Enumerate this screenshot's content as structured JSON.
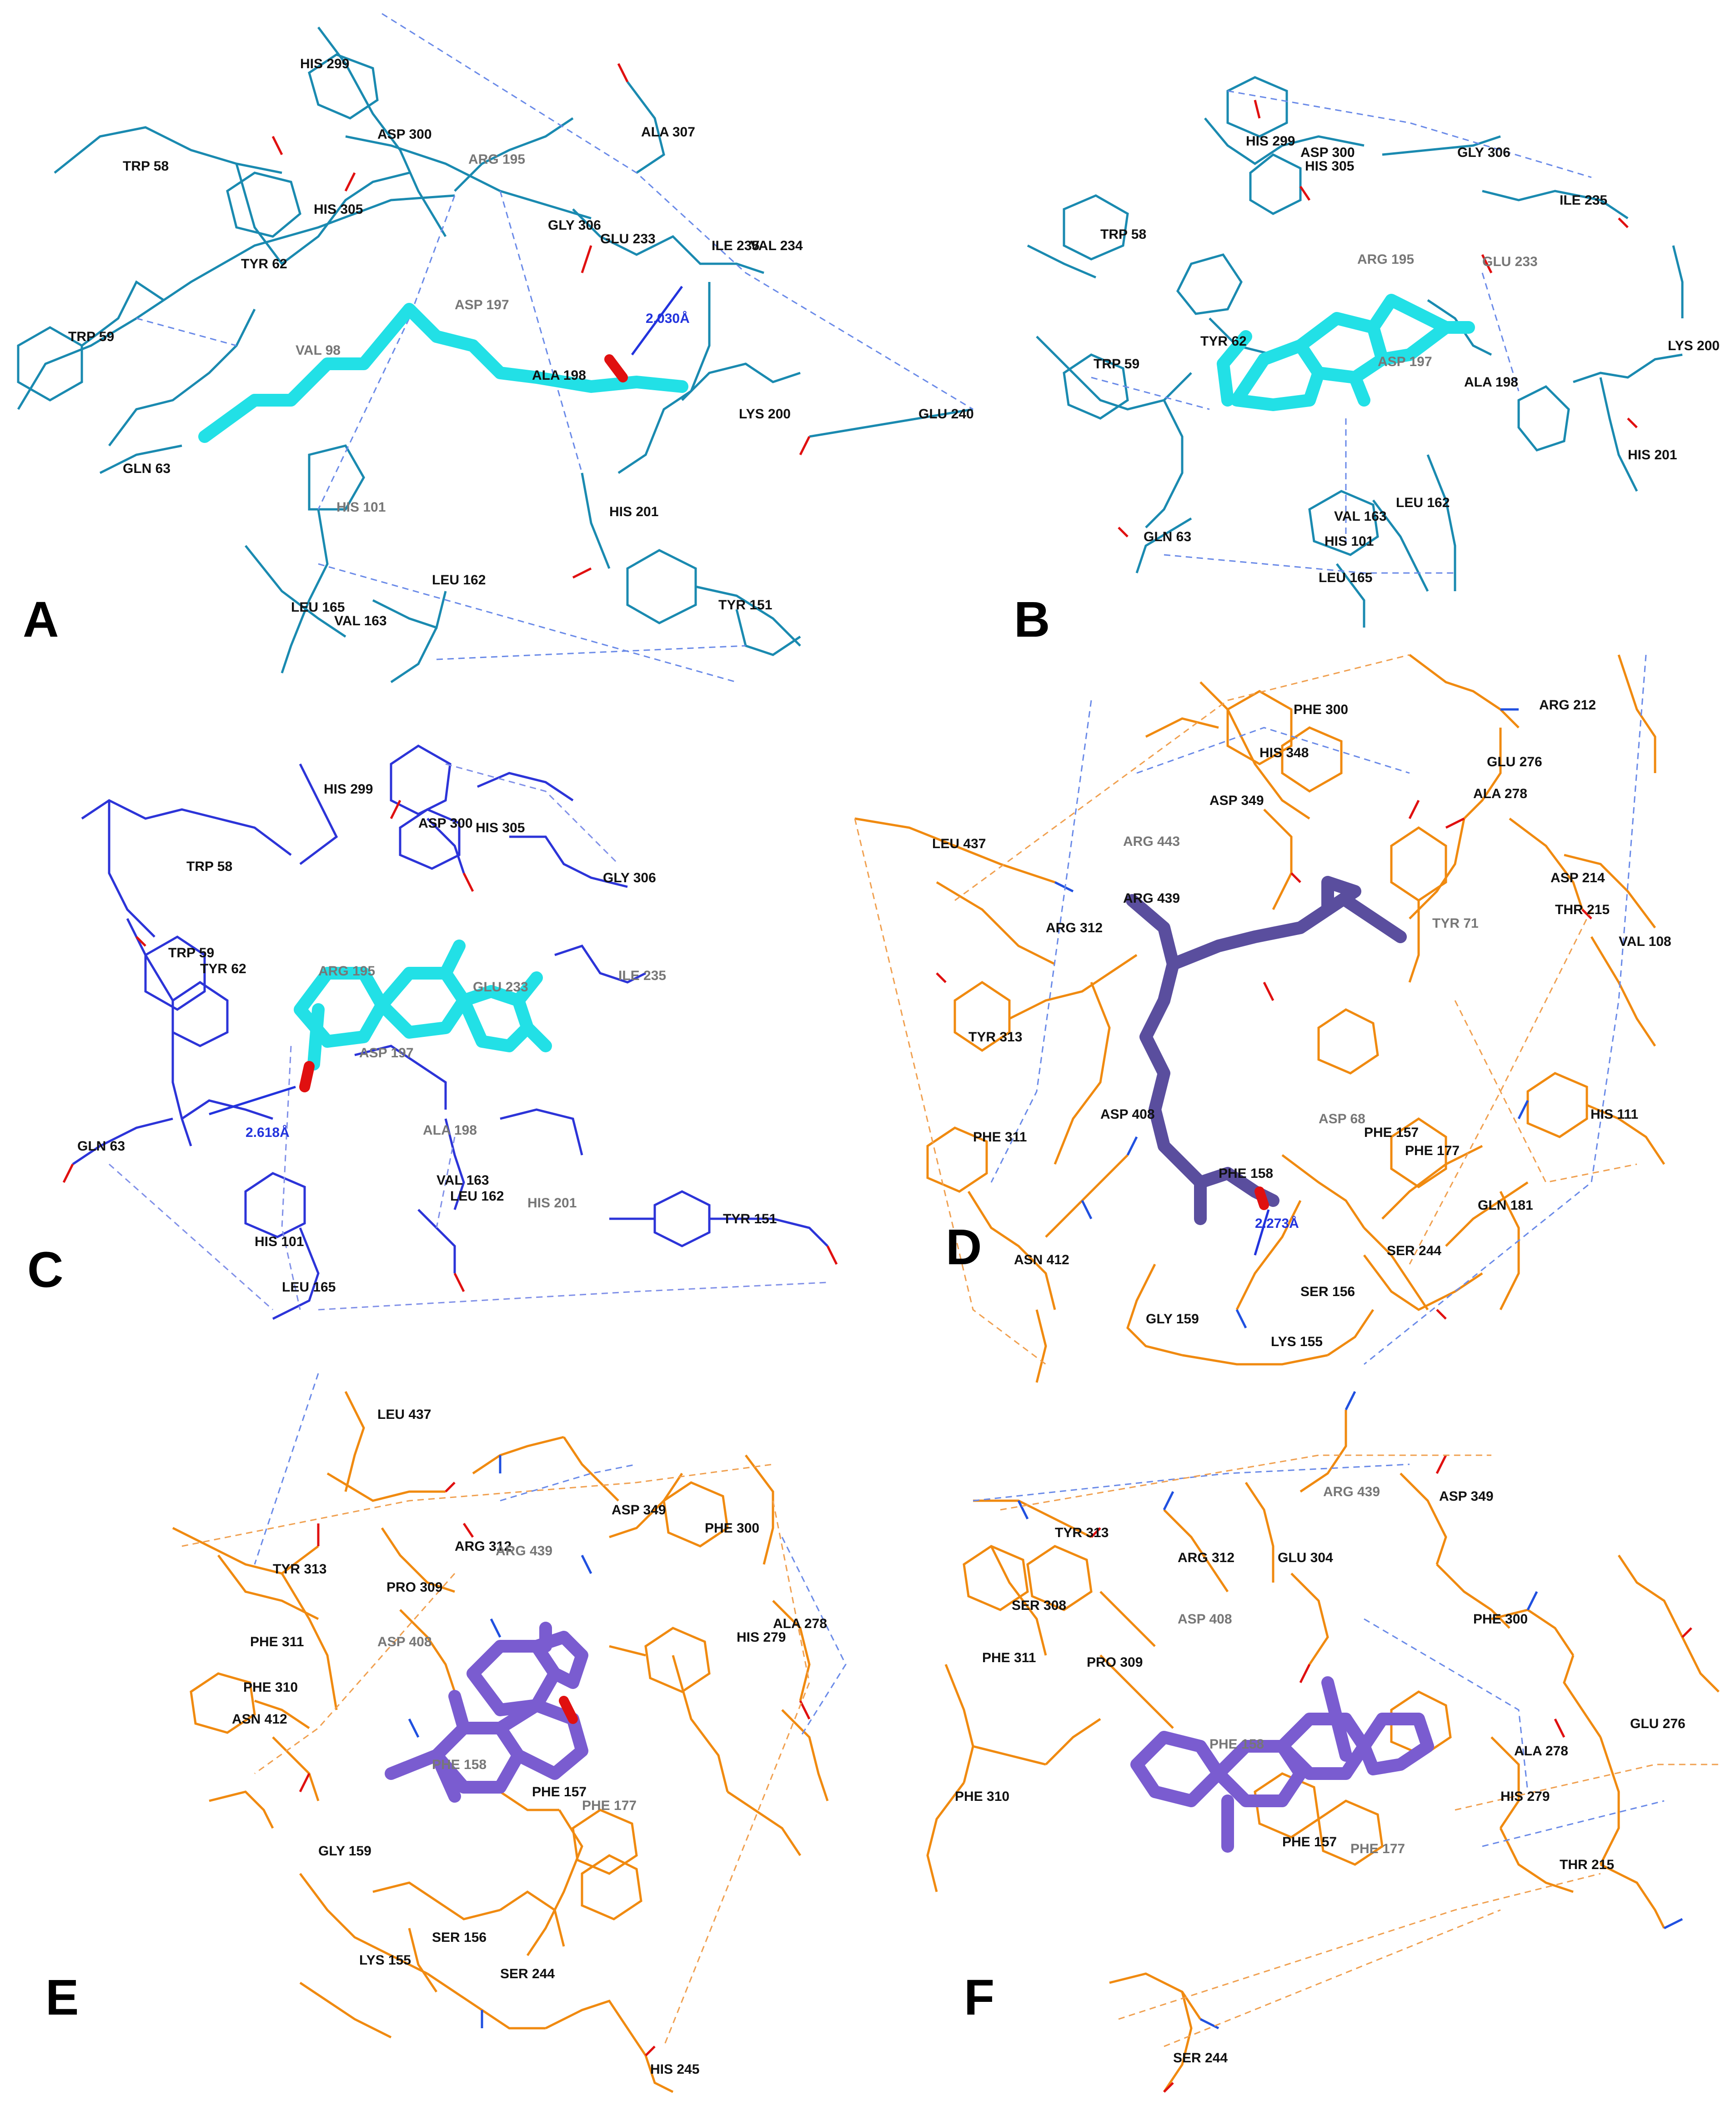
{
  "colors": {
    "protein_blue": "#1a8ab0",
    "protein_navy": "#2c34d8",
    "protein_orange": "#f08a10",
    "ligand_cyan": "#22e0e6",
    "ligand_purple_dark": "#5a4e9e",
    "ligand_purple": "#7a5cd0",
    "hbond": "#2233dd",
    "oxygen": "#e01010",
    "nitrogen": "#2050e0"
  },
  "panels": [
    {
      "letter": "A",
      "distance_label": "2.030Å",
      "residues": [
        {
          "name": "HIS 299",
          "dim": false
        },
        {
          "name": "ASP 300",
          "dim": false
        },
        {
          "name": "ALA 307",
          "dim": false
        },
        {
          "name": "TRP 58",
          "dim": false
        },
        {
          "name": "ARG 195",
          "dim": true
        },
        {
          "name": "HIS 305",
          "dim": false
        },
        {
          "name": "GLY 306",
          "dim": false
        },
        {
          "name": "GLU 233",
          "dim": false
        },
        {
          "name": "ILE 235",
          "dim": false
        },
        {
          "name": "VAL 234",
          "dim": false
        },
        {
          "name": "TYR 62",
          "dim": false
        },
        {
          "name": "ASP 197",
          "dim": true
        },
        {
          "name": "TRP 59",
          "dim": false
        },
        {
          "name": "VAL 98",
          "dim": true
        },
        {
          "name": "ALA 198",
          "dim": false
        },
        {
          "name": "LYS 200",
          "dim": false
        },
        {
          "name": "GLU 240",
          "dim": false
        },
        {
          "name": "GLN 63",
          "dim": false
        },
        {
          "name": "HIS 101",
          "dim": true
        },
        {
          "name": "HIS 201",
          "dim": false
        },
        {
          "name": "LEU 162",
          "dim": false
        },
        {
          "name": "LEU 165",
          "dim": false
        },
        {
          "name": "VAL 163",
          "dim": false
        },
        {
          "name": "TYR 151",
          "dim": false
        }
      ]
    },
    {
      "letter": "B",
      "distance_label": "",
      "residues": [
        {
          "name": "HIS 299",
          "dim": false
        },
        {
          "name": "ASP 300",
          "dim": false
        },
        {
          "name": "HIS 305",
          "dim": false
        },
        {
          "name": "GLY 306",
          "dim": false
        },
        {
          "name": "ILE 235",
          "dim": false
        },
        {
          "name": "TRP 58",
          "dim": false
        },
        {
          "name": "ARG 195",
          "dim": true
        },
        {
          "name": "GLU 233",
          "dim": true
        },
        {
          "name": "TYR 62",
          "dim": false
        },
        {
          "name": "TRP 59",
          "dim": false
        },
        {
          "name": "ASP 197",
          "dim": true
        },
        {
          "name": "ALA 198",
          "dim": false
        },
        {
          "name": "LYS 200",
          "dim": false
        },
        {
          "name": "HIS 201",
          "dim": false
        },
        {
          "name": "GLN 63",
          "dim": false
        },
        {
          "name": "VAL 163",
          "dim": false
        },
        {
          "name": "LEU 162",
          "dim": false
        },
        {
          "name": "HIS 101",
          "dim": false
        },
        {
          "name": "LEU 165",
          "dim": false
        }
      ]
    },
    {
      "letter": "C",
      "distance_label": "2.618Å",
      "residues": [
        {
          "name": "HIS 299",
          "dim": false
        },
        {
          "name": "ASP 300",
          "dim": false
        },
        {
          "name": "HIS 305",
          "dim": false
        },
        {
          "name": "TRP 58",
          "dim": false
        },
        {
          "name": "GLY 306",
          "dim": false
        },
        {
          "name": "TRP 59",
          "dim": false
        },
        {
          "name": "TYR 62",
          "dim": false
        },
        {
          "name": "ARG 195",
          "dim": true
        },
        {
          "name": "ILE 235",
          "dim": true
        },
        {
          "name": "GLU 233",
          "dim": true
        },
        {
          "name": "ASP 197",
          "dim": true
        },
        {
          "name": "GLN 63",
          "dim": false
        },
        {
          "name": "ALA 198",
          "dim": true
        },
        {
          "name": "VAL 163",
          "dim": false
        },
        {
          "name": "LEU 162",
          "dim": false
        },
        {
          "name": "HIS 201",
          "dim": true
        },
        {
          "name": "TYR 151",
          "dim": false
        },
        {
          "name": "HIS 101",
          "dim": false
        },
        {
          "name": "LEU 165",
          "dim": false
        }
      ]
    },
    {
      "letter": "D",
      "distance_label": "2.273Å",
      "residues": [
        {
          "name": "ARG 212",
          "dim": false
        },
        {
          "name": "PHE 300",
          "dim": false
        },
        {
          "name": "HIS 348",
          "dim": false
        },
        {
          "name": "GLU 276",
          "dim": false
        },
        {
          "name": "ALA 278",
          "dim": false
        },
        {
          "name": "ASP 349",
          "dim": false
        },
        {
          "name": "LEU 437",
          "dim": false
        },
        {
          "name": "ARG 443",
          "dim": true
        },
        {
          "name": "ASP 214",
          "dim": false
        },
        {
          "name": "ARG 439",
          "dim": false
        },
        {
          "name": "THR 215",
          "dim": false
        },
        {
          "name": "ARG 312",
          "dim": false
        },
        {
          "name": "TYR 71",
          "dim": true
        },
        {
          "name": "VAL 108",
          "dim": false
        },
        {
          "name": "TYR 313",
          "dim": false
        },
        {
          "name": "ASP 68",
          "dim": true
        },
        {
          "name": "ASP 408",
          "dim": false
        },
        {
          "name": "HIS 111",
          "dim": false
        },
        {
          "name": "PHE 311",
          "dim": false
        },
        {
          "name": "PHE 157",
          "dim": false
        },
        {
          "name": "PHE 177",
          "dim": false
        },
        {
          "name": "PHE 158",
          "dim": false
        },
        {
          "name": "GLN 181",
          "dim": false
        },
        {
          "name": "ASN 412",
          "dim": false
        },
        {
          "name": "SER 244",
          "dim": false
        },
        {
          "name": "SER 156",
          "dim": false
        },
        {
          "name": "GLY 159",
          "dim": false
        },
        {
          "name": "LYS 155",
          "dim": false
        }
      ]
    },
    {
      "letter": "E",
      "distance_label": "",
      "residues": [
        {
          "name": "LEU 437",
          "dim": false
        },
        {
          "name": "ASP 349",
          "dim": false
        },
        {
          "name": "PHE 300",
          "dim": false
        },
        {
          "name": "ARG 312",
          "dim": false
        },
        {
          "name": "ARG 439",
          "dim": true
        },
        {
          "name": "TYR 313",
          "dim": false
        },
        {
          "name": "PRO 309",
          "dim": false
        },
        {
          "name": "ALA 278",
          "dim": false
        },
        {
          "name": "HIS 279",
          "dim": false
        },
        {
          "name": "PHE 311",
          "dim": false
        },
        {
          "name": "ASP 408",
          "dim": true
        },
        {
          "name": "PHE 310",
          "dim": false
        },
        {
          "name": "ASN 412",
          "dim": false
        },
        {
          "name": "PHE 158",
          "dim": true
        },
        {
          "name": "PHE 157",
          "dim": false
        },
        {
          "name": "PHE 177",
          "dim": true
        },
        {
          "name": "GLY 159",
          "dim": false
        },
        {
          "name": "SER 156",
          "dim": false
        },
        {
          "name": "LYS 155",
          "dim": false
        },
        {
          "name": "SER 244",
          "dim": false
        },
        {
          "name": "HIS 245",
          "dim": false
        }
      ]
    },
    {
      "letter": "F",
      "distance_label": "",
      "residues": [
        {
          "name": "ARG 439",
          "dim": true
        },
        {
          "name": "ASP 349",
          "dim": false
        },
        {
          "name": "TYR 313",
          "dim": false
        },
        {
          "name": "ARG 312",
          "dim": false
        },
        {
          "name": "GLU 304",
          "dim": false
        },
        {
          "name": "SER 308",
          "dim": false
        },
        {
          "name": "ASP 408",
          "dim": true
        },
        {
          "name": "PHE 300",
          "dim": false
        },
        {
          "name": "PHE 311",
          "dim": false
        },
        {
          "name": "PRO 309",
          "dim": false
        },
        {
          "name": "GLU 276",
          "dim": false
        },
        {
          "name": "PHE 158",
          "dim": true
        },
        {
          "name": "ALA 278",
          "dim": false
        },
        {
          "name": "PHE 310",
          "dim": false
        },
        {
          "name": "HIS 279",
          "dim": false
        },
        {
          "name": "PHE 157",
          "dim": false
        },
        {
          "name": "PHE 177",
          "dim": true
        },
        {
          "name": "THR 215",
          "dim": false
        },
        {
          "name": "SER 244",
          "dim": false
        }
      ]
    }
  ]
}
